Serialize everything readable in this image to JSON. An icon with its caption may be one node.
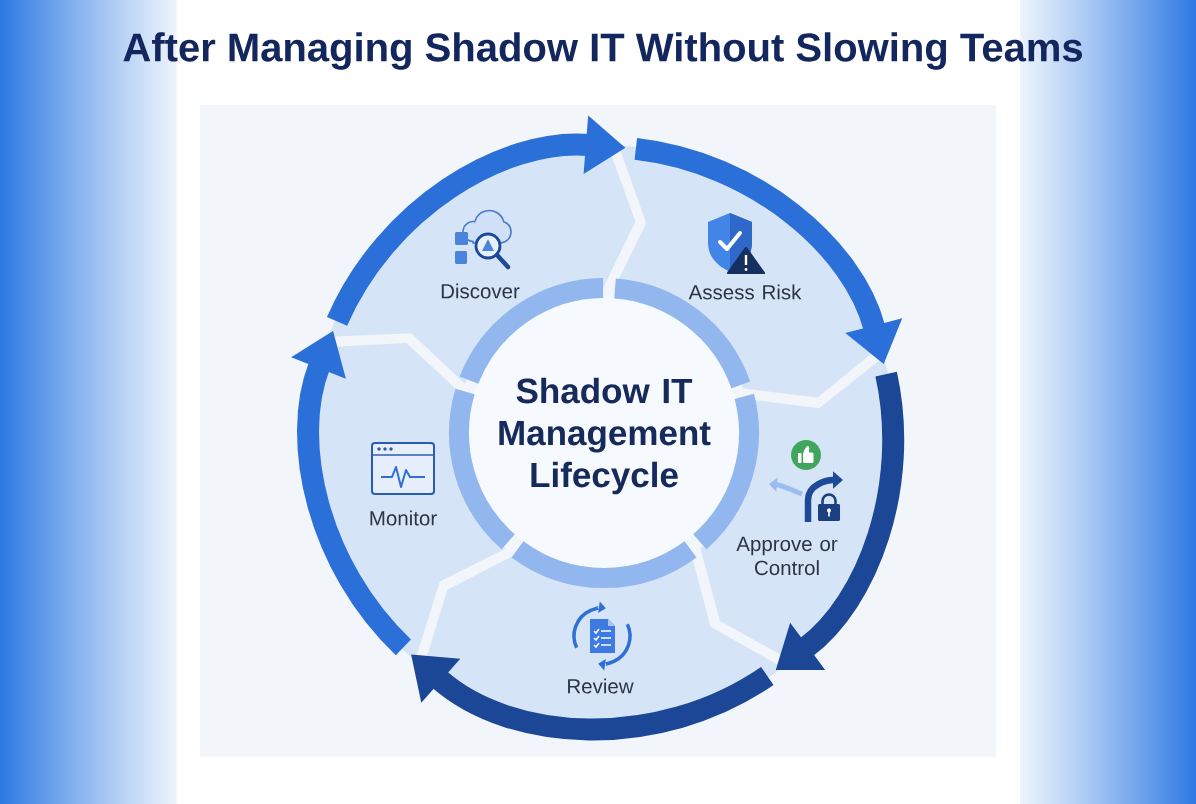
{
  "diagram": {
    "title": "After Managing Shadow IT Without Slowing Teams",
    "nodes": [
      {
        "text": [
          "Shadow IT Management Lifecycle"
        ]
      },
      {
        "text": [
          "Discover"
        ]
      },
      {
        "text": [
          "Assess Risk"
        ]
      },
      {
        "text": [
          "Approve or Control"
        ]
      },
      {
        "text": [
          "Review"
        ]
      },
      {
        "text": [
          "Monitor"
        ]
      }
    ],
    "edges": [
      {
        "from": 1,
        "to": 2,
        "arrow": "to"
      },
      {
        "from": 2,
        "to": 3,
        "arrow": "to"
      },
      {
        "from": 3,
        "to": 4,
        "arrow": "to",
        "color": "#1b4796"
      },
      {
        "from": 4,
        "to": 5,
        "arrow": "to",
        "color": "#1b4796"
      },
      {
        "from": 5,
        "to": 1,
        "arrow": "to"
      }
    ]
  }
}
